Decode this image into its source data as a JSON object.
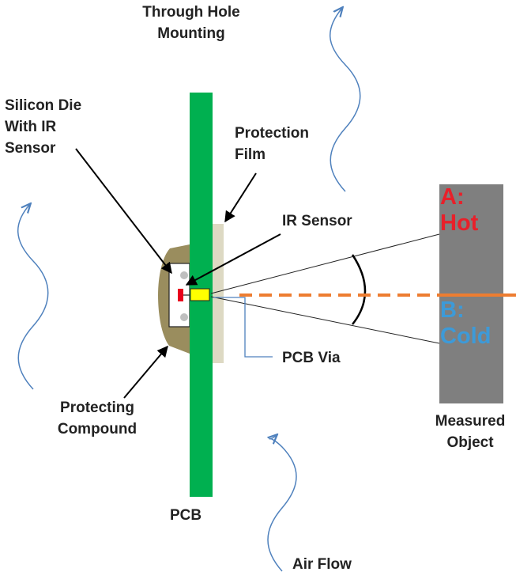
{
  "labels": {
    "through_hole_mounting": [
      "Through Hole",
      "Mounting"
    ],
    "silicon_die": [
      "Silicon Die",
      "With IR",
      "Sensor"
    ],
    "protection_film": [
      "Protection",
      "Film"
    ],
    "ir_sensor": "IR Sensor",
    "pcb_via": "PCB Via",
    "protecting_compound": [
      "Protecting",
      "Compound"
    ],
    "pcb": "PCB",
    "air_flow": "Air Flow",
    "measured_object": [
      "Measured",
      "Object"
    ],
    "point_a": [
      "A:",
      "Hot"
    ],
    "point_b": [
      "B:",
      "Cold"
    ]
  },
  "colors": {
    "pcb_green": "#00b050",
    "compound_olive": "#9a8d5e",
    "film_beige": "#ddd9c3",
    "object_gray": "#7f7f7f",
    "sensor_yellow": "#ffff00",
    "die_red": "#e8001c",
    "line_of_sight_orange": "#ed7d31",
    "hot_red": "#e8202a",
    "cold_blue": "#3d9ad8",
    "airflow_blue": "#4f81bd",
    "pointer_black": "#000000"
  }
}
